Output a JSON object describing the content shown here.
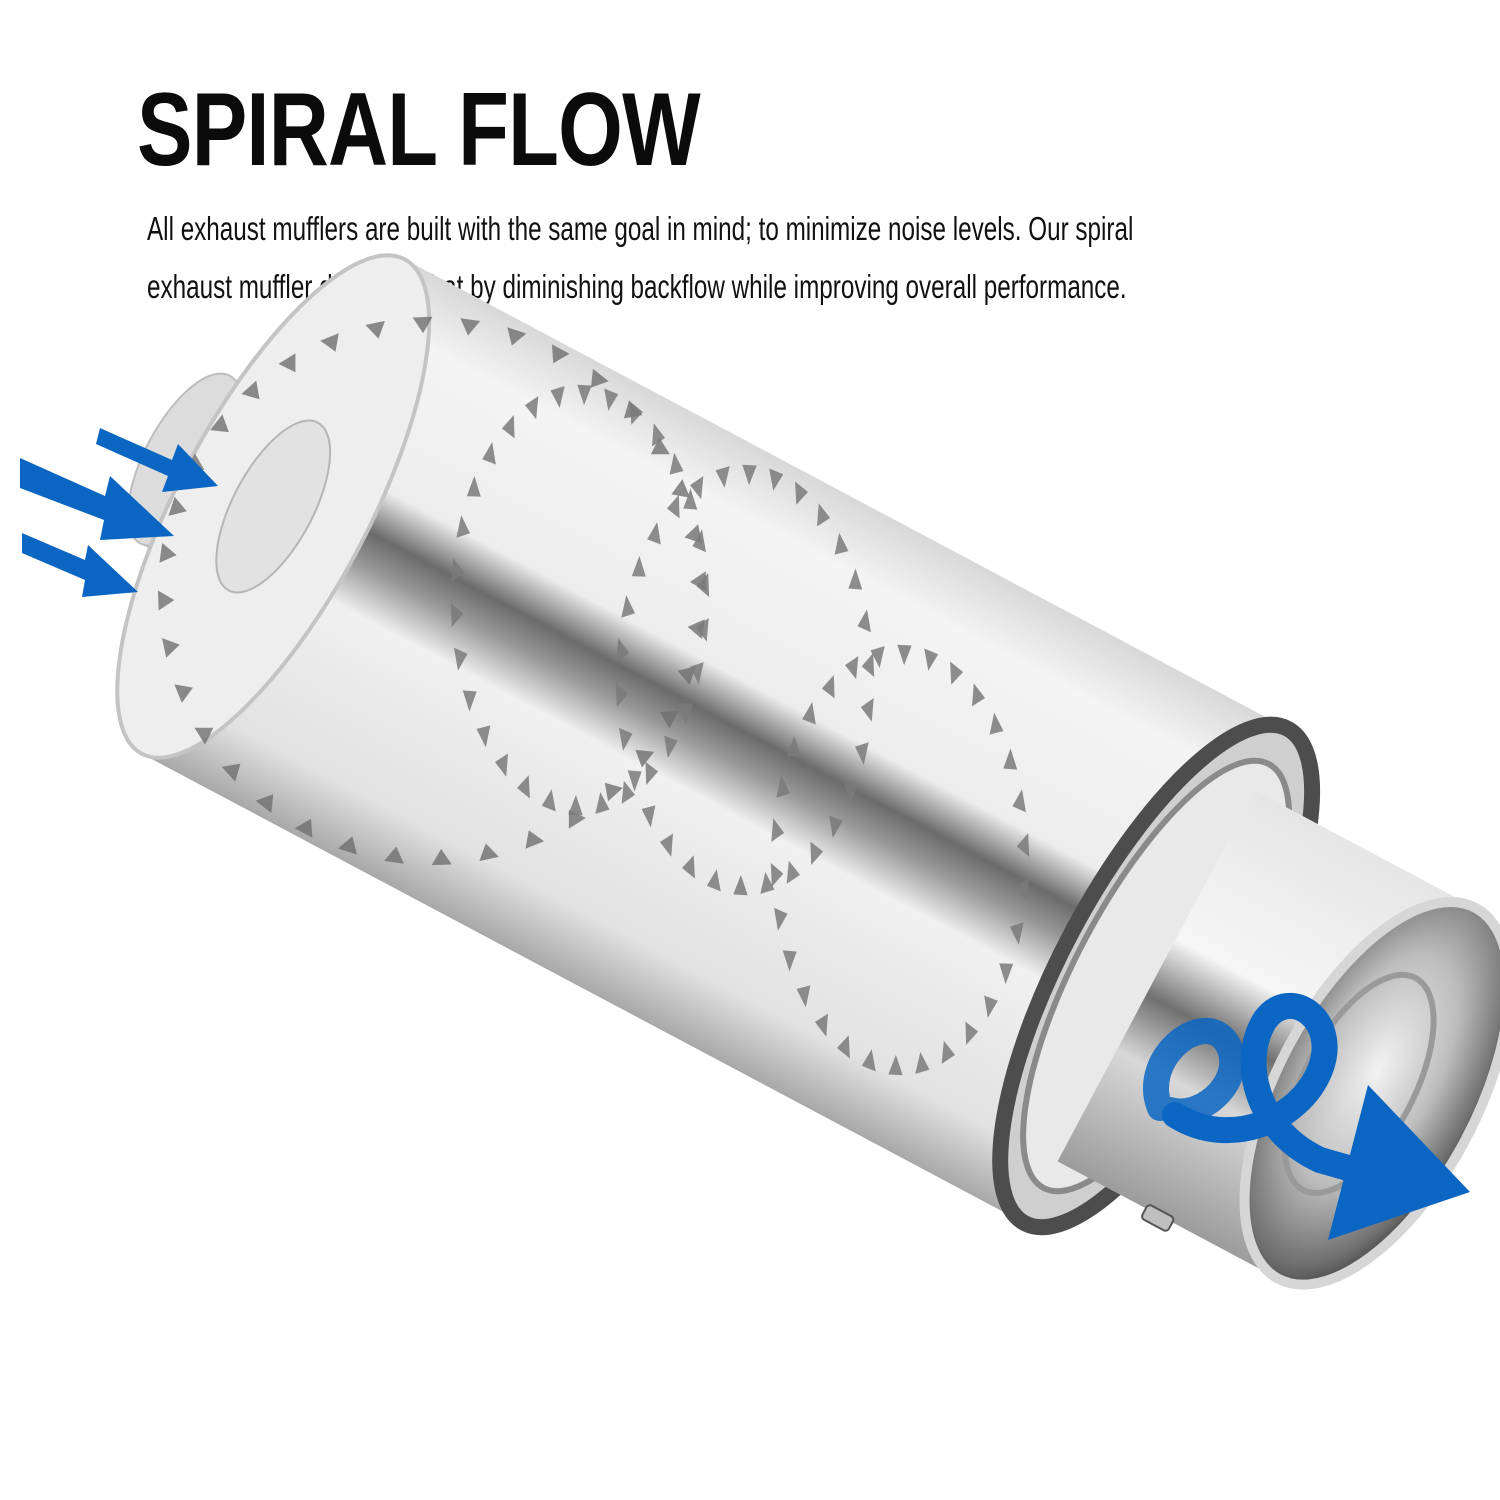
{
  "headline": "SPIRAL FLOW",
  "description": {
    "line1": "All exhaust mufflers are built with the same goal in mind; to minimize noise levels. Our spiral",
    "line2": "exhaust muffler does just that by diminishing backflow while improving overall performance."
  },
  "illustration": {
    "subject": "stainless steel spiral exhaust muffler",
    "inflow_arrows": 3,
    "outflow_arrow": "spiral-arrow",
    "pattern": "triangle-ring spiral overlay",
    "colors": {
      "arrow_blue": "#0a66c2",
      "steel_light": "#e8e8e8",
      "steel_mid": "#b9b9b9",
      "steel_dark": "#5a5a5a",
      "triangle_gray": "#7a7a7a",
      "text": "#0b0b0b"
    }
  }
}
